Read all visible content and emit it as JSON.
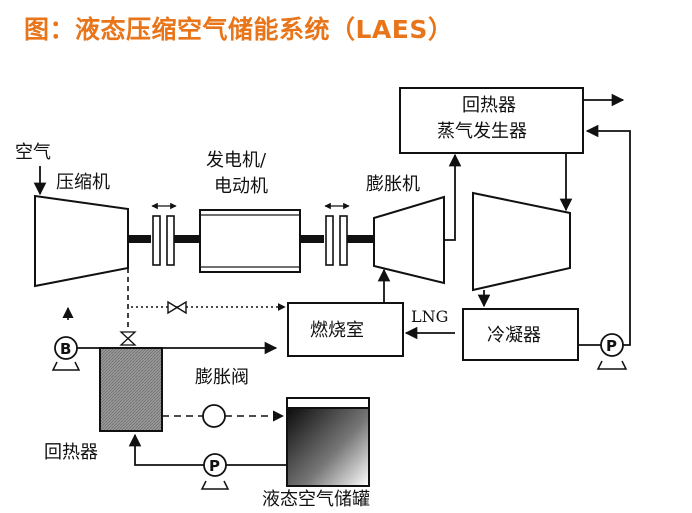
{
  "title": "图：液态压缩空气储能系统（LAES）",
  "labels": {
    "air": "空气",
    "compressor": "压缩机",
    "generator_line1": "发电机/",
    "generator_line2": "电动机",
    "expander": "膨胀机",
    "regen_line1": "回热器",
    "regen_line2": "蒸气发生器",
    "combustor": "燃烧室",
    "lng": "LNG",
    "condenser": "冷凝器",
    "expansion_valve": "膨胀阀",
    "regenerator": "回热器",
    "storage_tank": "液态空气储罐",
    "pump": "P",
    "blower": "B"
  },
  "colors": {
    "title": "#e8751a",
    "line": "#111111"
  }
}
